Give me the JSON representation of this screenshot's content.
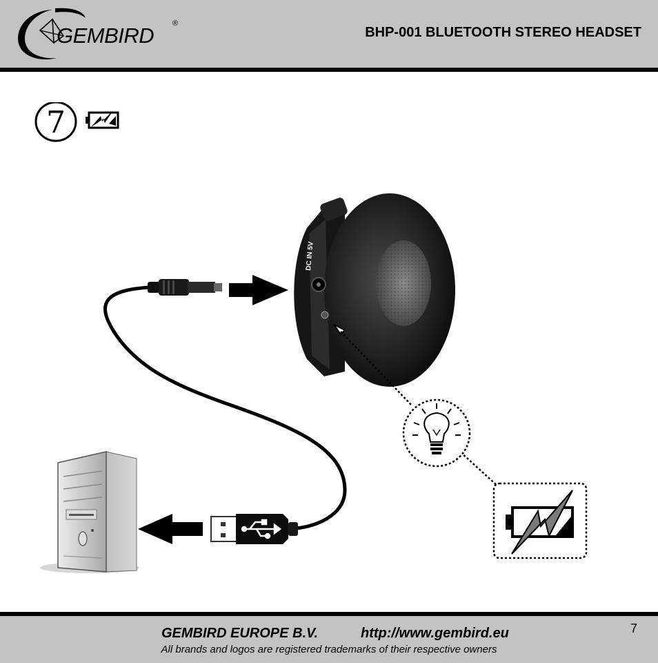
{
  "header": {
    "brand": "GEMBIRD",
    "registered_mark": "®",
    "product_title": "BHP-001 BLUETOOTH STEREO HEADSET"
  },
  "step": {
    "number": "7",
    "icon": "battery-charging-icon"
  },
  "illustration": {
    "port_label": "DC IN 5V",
    "icons": [
      "dc-plug-icon",
      "arrow-right-icon",
      "headset-earcup",
      "charging-led",
      "lightbulb-icon",
      "battery-charging-icon",
      "usb-plug-icon",
      "usb-symbol-icon",
      "arrow-left-icon",
      "computer-tower-icon"
    ]
  },
  "footer": {
    "company": "GEMBIRD EUROPE B.V.",
    "url": "http://www.gembird.eu",
    "trademark": "All brands and logos are registered trademarks of their respective owners",
    "page_number": "7"
  }
}
